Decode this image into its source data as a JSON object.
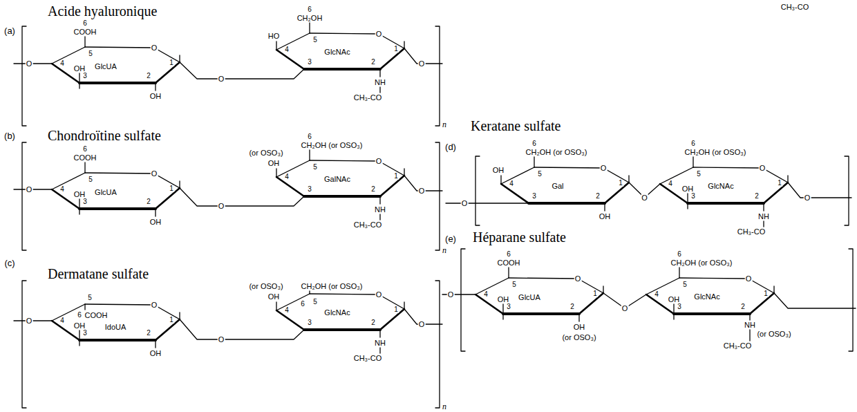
{
  "diagram": {
    "nodes": [
      {
        "text": [
          "GlcUA"
        ]
      },
      {
        "text": [
          "GlcNAc"
        ]
      },
      {
        "text": [
          "GlcUA"
        ]
      },
      {
        "text": [
          "GalNAc"
        ]
      },
      {
        "text": [
          "IdoUA"
        ]
      },
      {
        "text": [
          "GlcNAc"
        ]
      },
      {
        "text": [
          "Gal"
        ]
      },
      {
        "text": [
          "GlcNAc"
        ]
      },
      {
        "text": [
          "GlcUA"
        ]
      },
      {
        "text": [
          "GlcNAc"
        ]
      }
    ],
    "edges": [
      {
        "from": 0,
        "to": 1,
        "arrow": "none",
        "label": "O"
      },
      {
        "from": 2,
        "to": 3,
        "arrow": "none",
        "label": "O"
      },
      {
        "from": 4,
        "to": 5,
        "arrow": "none",
        "label": "O"
      },
      {
        "from": 6,
        "to": 7,
        "arrow": "none",
        "label": "O"
      },
      {
        "from": 8,
        "to": 9,
        "arrow": "none",
        "label": "O"
      }
    ],
    "labels": [
      "(a)",
      "Acide hyaluronique",
      "O",
      "4",
      "6",
      "COOH",
      "5",
      "O",
      "OH",
      "3",
      "2",
      "1",
      "OH",
      "HO",
      "4",
      "6",
      "CH₂OH",
      "5",
      "O",
      "3",
      "2",
      "1",
      "NH",
      "CH₃-CO",
      "O",
      "n",
      "(b)",
      "Chondroïtine sulfate",
      "O",
      "4",
      "6",
      "COOH",
      "5",
      "O",
      "OH",
      "3",
      "2",
      "1",
      "OH",
      "(or OSO₃)",
      "OH",
      "4",
      "6",
      "CH₂OH (or OSO₃)",
      "5",
      "O",
      "3",
      "2",
      "1",
      "NH",
      "CH₃-CO",
      "O",
      "n",
      "(c)",
      "Dermatane sulfate",
      "O",
      "4",
      "5",
      "6",
      "COOH",
      "O",
      "OH",
      "3",
      "2",
      "1",
      "OH",
      "(or OSO₃)",
      "CH₂OH (or OSO₃)",
      "OH",
      "4",
      "6",
      "5",
      "O",
      "3",
      "2",
      "1",
      "NH",
      "CH₃-CO",
      "O",
      "n",
      "(d)",
      "Keratane sulfate",
      "O",
      "OH",
      "4",
      "6",
      "CH₂OH (or OSO₃)",
      "5",
      "O",
      "3",
      "2",
      "1",
      "OH",
      "4",
      "6",
      "CH₂OH (or OSO₃)",
      "5",
      "O",
      "OH",
      "3",
      "2",
      "1",
      "NH",
      "CH₃-CO",
      "O",
      "CH₃-CO",
      "(e)",
      "Héparane sulfate",
      "O",
      "4",
      "6",
      "COOH",
      "5",
      "O",
      "OH",
      "3",
      "2",
      "1",
      "OH",
      "(or OSO₃)",
      "4",
      "6",
      "CH₂OH (or OSO₃)",
      "5",
      "O",
      "OH",
      "3",
      "2",
      "1",
      "NH",
      "(or OSO₃)",
      "CH₃-CO"
    ]
  }
}
